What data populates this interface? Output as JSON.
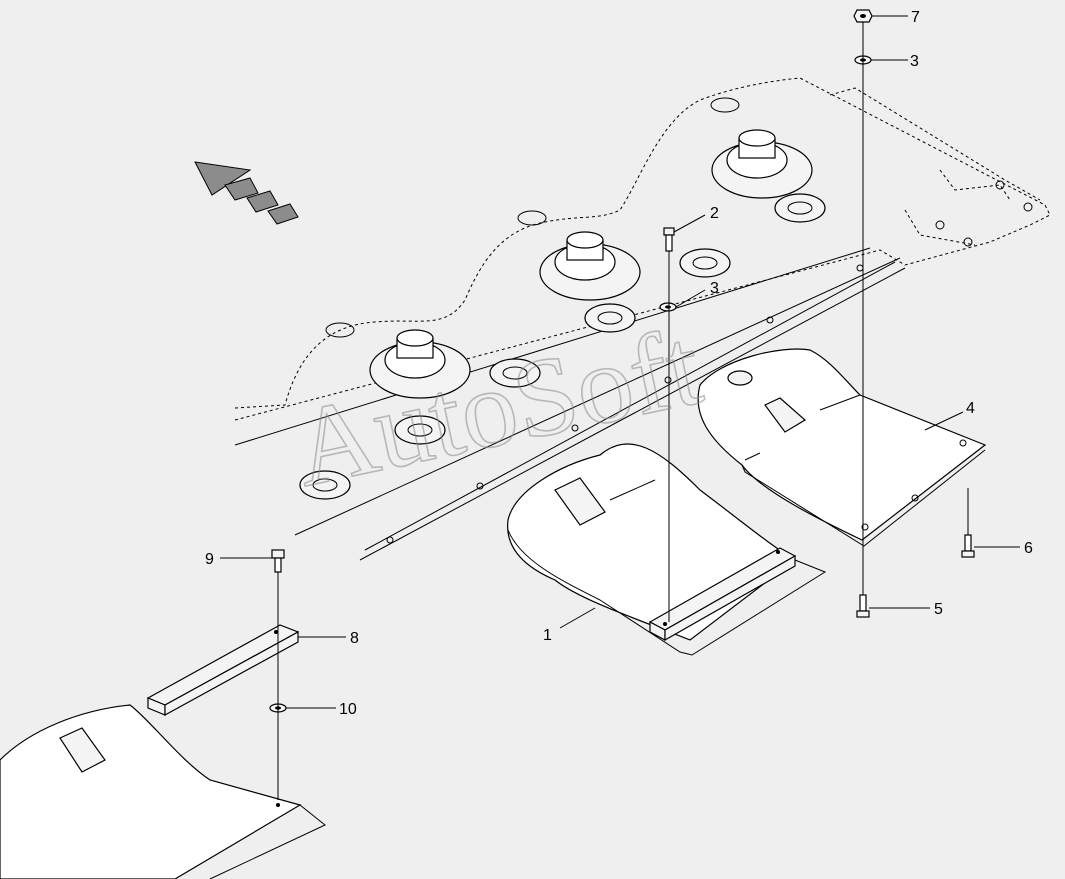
{
  "watermark": "AutoSoft",
  "callouts": [
    {
      "id": "1",
      "label": "1"
    },
    {
      "id": "2",
      "label": "2"
    },
    {
      "id": "3a",
      "label": "3"
    },
    {
      "id": "3b",
      "label": "3"
    },
    {
      "id": "4",
      "label": "4"
    },
    {
      "id": "5",
      "label": "5"
    },
    {
      "id": "6",
      "label": "6"
    },
    {
      "id": "7",
      "label": "7"
    },
    {
      "id": "8",
      "label": "8"
    },
    {
      "id": "9",
      "label": "9"
    },
    {
      "id": "10",
      "label": "10"
    }
  ],
  "icons": {
    "direction": "travel-direction-arrow-icon",
    "bolt": "bolt-icon",
    "nut": "nut-icon",
    "washer": "washer-icon"
  },
  "colors": {
    "background": "#efefef",
    "line": "#000000",
    "watermark": "#8a8a8a"
  }
}
